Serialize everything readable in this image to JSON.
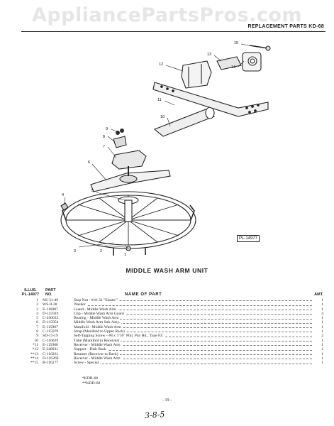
{
  "watermark": "AppliancePartsPros.com",
  "header": {
    "title": "REPLACEMENT PARTS KD-68"
  },
  "figure_id": "PL-14977",
  "callouts": [
    "1",
    "2",
    "3",
    "4",
    "5",
    "6",
    "7",
    "8",
    "9",
    "10",
    "11",
    "12",
    "13",
    "14",
    "15"
  ],
  "section_title": "MIDDLE WASH ARM UNIT",
  "table": {
    "col_illus": [
      "ILLUS.",
      "PL-14977"
    ],
    "col_part": [
      "PART",
      "NO."
    ],
    "col_name": "NAME OF PART",
    "col_amt": "AMT.",
    "rows": [
      {
        "illus": "1",
        "part": "NS-31-49",
        "name": "Stop Nut - #10-32 \"Elastic\"",
        "amt": "1"
      },
      {
        "illus": "2",
        "part": "WS-9-38",
        "name": "Washer",
        "amt": "1"
      },
      {
        "illus": "3",
        "part": "E-116007",
        "name": "Guard - Middle Wash Arm",
        "amt": "1"
      },
      {
        "illus": "4",
        "part": "D-115919",
        "name": "Clip - Middle Wash Arm Guard",
        "amt": "4"
      },
      {
        "illus": "5",
        "part": "C-240033",
        "name": "Bearing - Middle Wash Arm",
        "amt": "1"
      },
      {
        "illus": "6",
        "part": "D-115954",
        "name": "Middle Wash Arm Sub-Assy.",
        "amt": "1"
      },
      {
        "illus": "7",
        "part": "E-115907",
        "name": "Manifold - Middle Wash Arm",
        "amt": "1"
      },
      {
        "illus": "8",
        "part": "C-115979",
        "name": "Strap (Manifold to Upper Rack)",
        "amt": "1"
      },
      {
        "illus": "9",
        "part": "SD-11-19",
        "name": "Self-Tapping Screw - #8 x 7/16\" Phil. Pan Hd., Type FZ",
        "amt": "2"
      },
      {
        "illus": "10",
        "part": "C-116029",
        "name": "Tube (Manifold to Receiver)",
        "amt": "1"
      },
      {
        "illus": "*11",
        "part": "E-115988",
        "name": "Receiver - Middle Wash Arm",
        "amt": "1"
      },
      {
        "illus": "*12",
        "part": "E-240031",
        "name": "Support - Dish Rack",
        "amt": "1"
      },
      {
        "illus": "**13",
        "part": "C-116261",
        "name": "Retainer (Receiver to Rack)",
        "amt": "1"
      },
      {
        "illus": "**14",
        "part": "D-116260",
        "name": "Receiver - Middle Wash Arm",
        "amt": "1"
      },
      {
        "illus": "**15",
        "part": "B-116277",
        "name": "Screw - Special",
        "amt": "1"
      }
    ]
  },
  "footnotes": [
    "*KDB-68",
    "**KDD-68"
  ],
  "page_number": "- 19 -",
  "handwritten_mark": "3-8-5"
}
